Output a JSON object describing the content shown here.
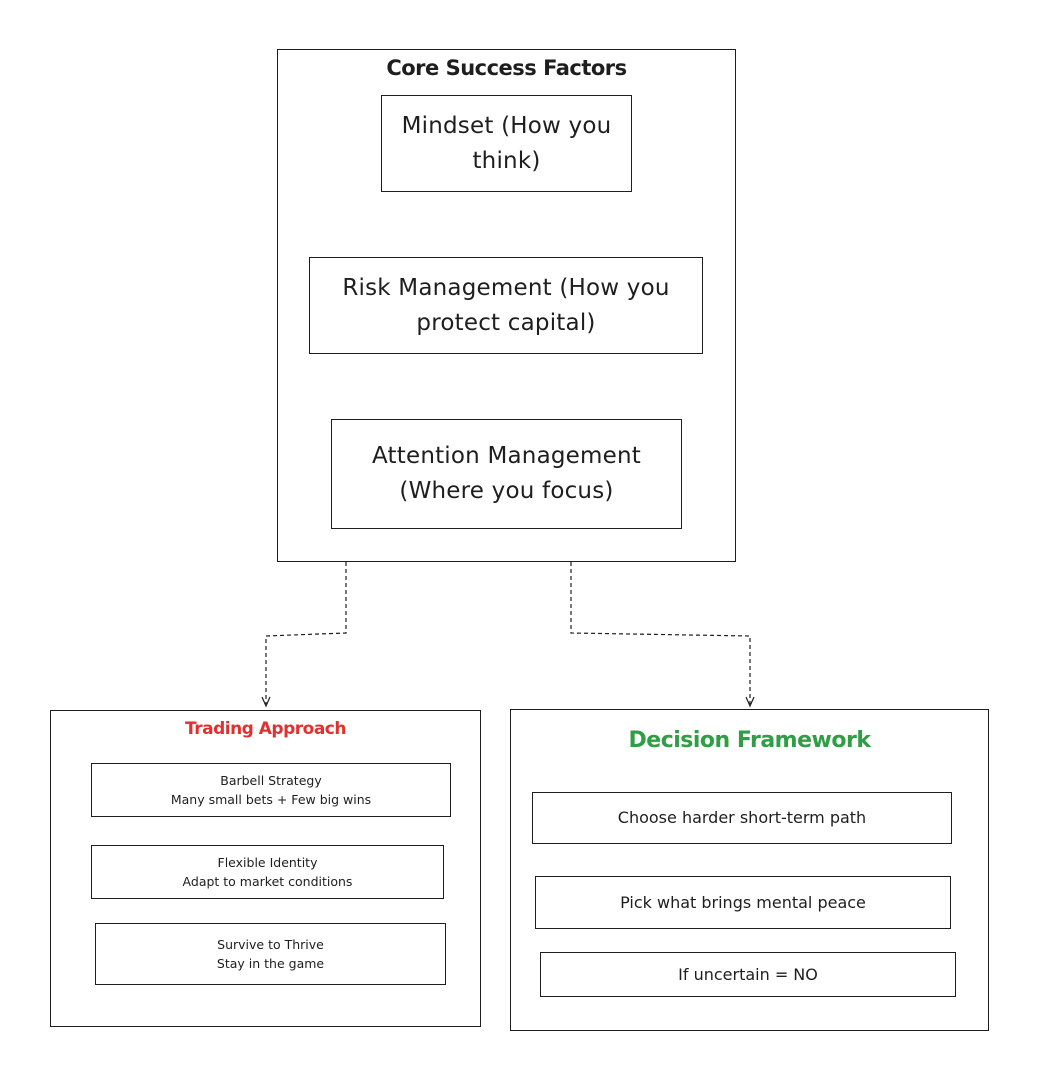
{
  "core": {
    "title": "Core Success Factors",
    "items": [
      {
        "line1": "Mindset (How you",
        "line2": "think)"
      },
      {
        "line1": "Risk Management (How you",
        "line2": "protect capital)"
      },
      {
        "line1": "Attention Management",
        "line2": "(Where you focus)"
      }
    ]
  },
  "trading": {
    "title": "Trading Approach",
    "title_color": "#e03131",
    "items": [
      {
        "line1": "Barbell Strategy",
        "line2": "Many small bets + Few big wins"
      },
      {
        "line1": "Flexible Identity",
        "line2": "Adapt to market conditions"
      },
      {
        "line1": "Survive to Thrive",
        "line2": "Stay in the game"
      }
    ]
  },
  "decision": {
    "title": "Decision Framework",
    "title_color": "#2f9e44",
    "items": [
      {
        "label": "Choose harder short-term path"
      },
      {
        "label": "Pick what brings mental peace"
      },
      {
        "label": "If uncertain = NO"
      }
    ]
  }
}
